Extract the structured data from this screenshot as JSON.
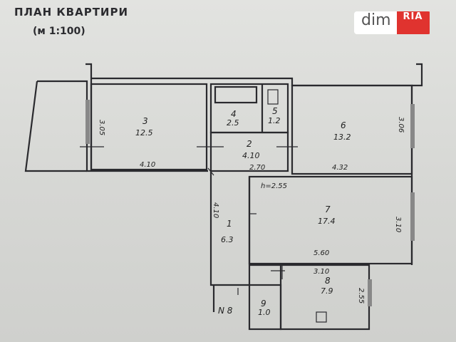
{
  "header": {
    "title": "ПЛАН КВАРТИРИ",
    "scale": "(м 1:100)"
  },
  "watermark": {
    "text": "dim",
    "logo": "RIA"
  },
  "rooms": [
    {
      "number": "1",
      "area": "6.3"
    },
    {
      "number": "2",
      "area": "4.10"
    },
    {
      "number": "3",
      "area": "12.5"
    },
    {
      "number": "4",
      "area": "2.5"
    },
    {
      "number": "5",
      "area": "1.2"
    },
    {
      "number": "6",
      "area": "13.2"
    },
    {
      "number": "7",
      "area": "17.4"
    },
    {
      "number": "8",
      "area": "7.9"
    },
    {
      "number": "9",
      "area": "1.0"
    }
  ],
  "dimensions": {
    "room3_width": "4.10",
    "room3_depth": "3.05",
    "room2_width": "2.70",
    "room6_width": "4.32",
    "room6_depth": "3.06",
    "ceiling_height": "h=2.55",
    "room7_width": "5.60",
    "room7_depth": "3.10",
    "room1_depth": "4.10",
    "room8_width": "3.10",
    "room8_depth": "2.55"
  },
  "apartment_label": "N 8",
  "colors": {
    "ink": "#2a2a2e",
    "paper": "#dadbd8",
    "brand": "#e0332f"
  }
}
